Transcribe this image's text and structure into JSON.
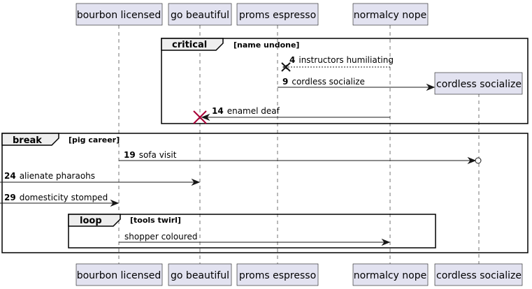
{
  "participants": {
    "bourbon": "bourbon licensed",
    "go": "go beautiful",
    "proms": "proms espresso",
    "normalcy": "normalcy nope",
    "cordless": "cordless socialize"
  },
  "fragments": {
    "critical": {
      "label": "critical",
      "guard": "[name undone]"
    },
    "break": {
      "label": "break",
      "guard": "[pig career]"
    },
    "loop": {
      "label": "loop",
      "guard": "[tools twirl]"
    }
  },
  "messages": [
    {
      "num": "4",
      "text": "instructors humiliating",
      "from": "normalcy",
      "to": "proms",
      "style": "dashed-destroy"
    },
    {
      "num": "9",
      "text": "cordless socialize",
      "from": "proms",
      "to": "cordless",
      "style": "create"
    },
    {
      "num": "14",
      "text": "enamel deaf",
      "from": "normalcy",
      "to": "go",
      "style": "destroy"
    },
    {
      "num": "19",
      "text": "sofa visit",
      "from": "bourbon",
      "to": "cordless",
      "style": "circle-end"
    },
    {
      "num": "24",
      "text": "alienate pharaohs",
      "from": "left-edge",
      "to": "go",
      "style": "solid"
    },
    {
      "num": "29",
      "text": "domesticity stomped",
      "from": "left-edge",
      "to": "bourbon",
      "style": "solid"
    },
    {
      "num": "",
      "text": "shopper coloured",
      "from": "bourbon",
      "to": "normalcy",
      "style": "solid"
    }
  ],
  "colors": {
    "participant_fill": "#e2e2f0",
    "frame_tab_fill": "#eeeeee",
    "destroy_mark": "#a80036"
  }
}
